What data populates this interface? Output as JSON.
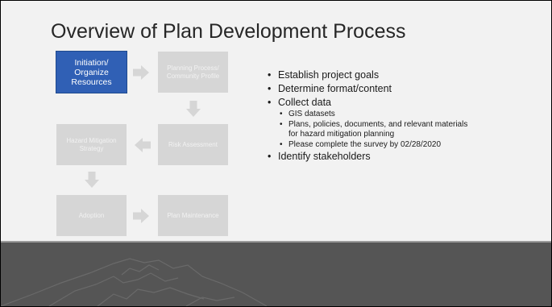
{
  "slide": {
    "title": "Overview of Plan Development Process",
    "process": [
      {
        "key": "initiation",
        "label": "Initiation/ Organize Resources",
        "active": true
      },
      {
        "key": "planning",
        "label": "Planning Process/ Community Profile",
        "active": false
      },
      {
        "key": "risk",
        "label": "Risk Assessment",
        "active": false
      },
      {
        "key": "strategy",
        "label": "Hazard Mitigation Strategy",
        "active": false
      },
      {
        "key": "adoption",
        "label": "Adoption",
        "active": false
      },
      {
        "key": "maintenance",
        "label": "Plan Maintenance",
        "active": false
      }
    ],
    "bullets": [
      "Establish project goals",
      "Determine format/content",
      "Collect data",
      "Identify stakeholders"
    ],
    "sub_bullets": [
      "GIS datasets",
      "Plans, policies, documents, and relevant materials for hazard mitigation planning",
      "Please complete the survey by 02/28/2020"
    ]
  },
  "colors": {
    "active_box": "#3060b5",
    "inactive_box": "#d6d6d6",
    "arrow": "#d6d6d6",
    "footer_band": "#555555"
  }
}
